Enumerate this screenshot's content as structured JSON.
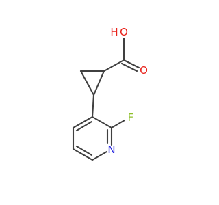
{
  "molecule": {
    "atoms": {
      "oxygen_hydroxyl": {
        "label": "O",
        "hydrogen": "H",
        "color": "#e8211a"
      },
      "oxygen_carbonyl": {
        "label": "O",
        "color": "#e8211a"
      },
      "fluorine": {
        "label": "F",
        "color": "#8fbf2b"
      },
      "nitrogen": {
        "label": "N",
        "color": "#2a2ae0"
      }
    },
    "bond_color": "#404040",
    "background": "#ffffff"
  }
}
